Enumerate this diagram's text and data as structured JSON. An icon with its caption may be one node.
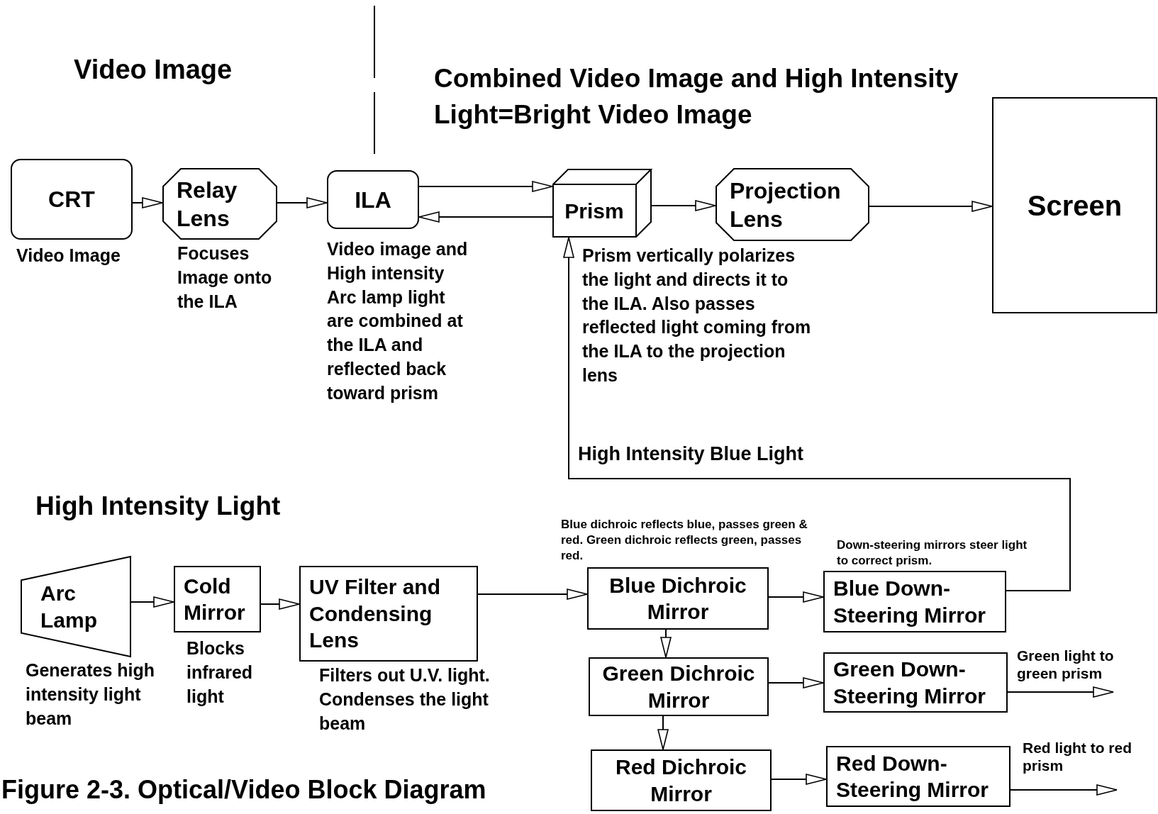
{
  "diagram": {
    "caption": "Figure 2-3. Optical/Video Block Diagram",
    "nodes": [
      {
        "text": [
          "CRT"
        ],
        "beside": [
          "Video Image"
        ]
      },
      {
        "text": [
          "Relay Lens"
        ],
        "beside": [
          "Focuses Image onto the ILA"
        ]
      },
      {
        "text": [
          "ILA"
        ],
        "beside": [
          "Video image and High intensity Arc lamp light are combined at the ILA and reflected back toward prism"
        ]
      },
      {
        "text": [
          "Prism"
        ],
        "beside": [
          "Prism vertically polarizes the light and directs it to the ILA. Also passes reflected light coming from the ILA to the projection lens"
        ]
      },
      {
        "text": [
          "Projection Lens"
        ]
      },
      {
        "text": [
          "Screen"
        ]
      },
      {
        "text": [
          "Arc Lamp"
        ],
        "beside": [
          "Generates high intensity light beam"
        ]
      },
      {
        "text": [
          "Cold Mirror"
        ],
        "beside": [
          "Blocks infrared light"
        ]
      },
      {
        "text": [
          "UV Filter and Condensing Lens"
        ],
        "beside": [
          "Filters out U.V. light. Condenses the light beam"
        ]
      },
      {
        "text": [
          "Blue Dichroic Mirror"
        ]
      },
      {
        "text": [
          "Blue Down-Steering Mirror"
        ]
      },
      {
        "text": [
          "Green Dichroic Mirror"
        ]
      },
      {
        "text": [
          "Green Down-Steering Mirror"
        ]
      },
      {
        "text": [
          "Red Dichroic Mirror"
        ]
      },
      {
        "text": [
          "Red Down-Steering Mirror"
        ]
      }
    ],
    "edges": [
      {
        "from": 0,
        "to": 1,
        "arrow": "to"
      },
      {
        "from": 1,
        "to": 2,
        "arrow": "to"
      },
      {
        "from": 2,
        "to": 3,
        "arrow": "to"
      },
      {
        "from": 3,
        "to": 2,
        "arrow": "to"
      },
      {
        "from": 3,
        "to": 4,
        "arrow": "to"
      },
      {
        "from": 4,
        "to": 5,
        "arrow": "to"
      },
      {
        "from": 6,
        "to": 7,
        "arrow": "to"
      },
      {
        "from": 7,
        "to": 8,
        "arrow": "to"
      },
      {
        "from": 8,
        "to": 9,
        "arrow": "to"
      },
      {
        "from": 9,
        "to": 10,
        "arrow": "to"
      },
      {
        "from": 9,
        "to": 11,
        "arrow": "to"
      },
      {
        "from": 11,
        "to": 12,
        "arrow": "to"
      },
      {
        "from": 11,
        "to": 13,
        "arrow": "to"
      },
      {
        "from": 13,
        "to": 14,
        "arrow": "to"
      },
      {
        "from": 10,
        "to": 3,
        "arrow": "to",
        "label": "High Intensity Blue Light"
      },
      {
        "from": 12,
        "to": null,
        "arrow": "to",
        "label": "Green light to green prism"
      },
      {
        "from": 14,
        "to": null,
        "arrow": "to",
        "label": "Red light to red prism"
      }
    ],
    "labels": [
      "Video Image",
      "Combined Video Image and High Intensity Light=Bright Video Image",
      "High Intensity Light",
      "Blue dichroic reflects blue, passes green & red. Green dichroic reflects green, passes red.",
      "Down-steering mirrors steer light to correct prism."
    ]
  }
}
